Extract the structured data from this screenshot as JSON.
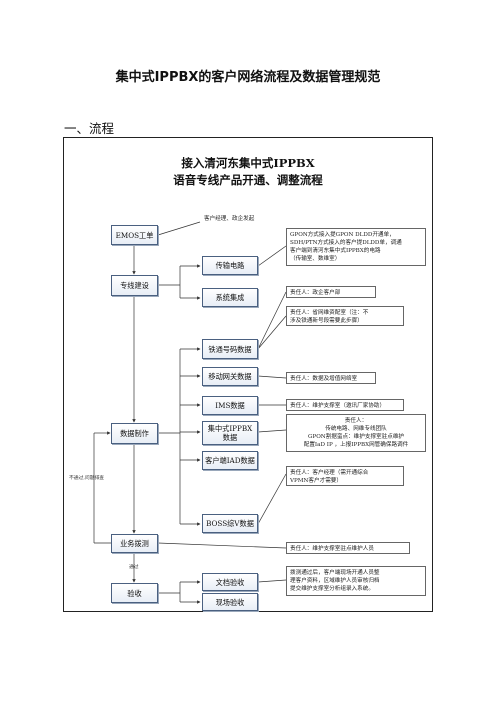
{
  "doc_title": "集中式IPPBX的客户网络流程及数据管理规范",
  "section_heading": "一、流程",
  "flow": {
    "title_line1": "接入清河东集中式IPPBX",
    "title_line2": "语音专线产品开通、调整流程",
    "boxes": {
      "emos": "EMOS工单",
      "line_build": "专线建设",
      "transmission": "传输电路",
      "integration": "系统集成",
      "data_making": "数据制作",
      "railcom": "铁通号码数据",
      "mobile_gw": "移动网关数据",
      "ims": "IMS数据",
      "central_ippbx": "集中式IPPBX\n数据",
      "cust_iad": "客户端IAD数据",
      "boss": "BOSS综V数据",
      "dial_test": "业务拨测",
      "acceptance": "验收",
      "doc_accept": "文档验收",
      "site_accept": "现场验收"
    },
    "notes": {
      "emos": "客户经理、政企发起",
      "transmission": "GPON方式接入提GPON DLDD开通单，\nSDH/PTN方式接入的客户提DLDD单，调通\n客户端到清河东集中式IPPBX的电路\n（传输室、数维室）",
      "gov": "责任人：政企客户部",
      "railcom": "责任人：省网维资配室（注：不\n涉及铁通新号段需要此步骤）",
      "mobile_gw": "责任人：数据及增值网络室",
      "ims": "责任人：维护支撑室（邀讯厂家协助）",
      "central_ippbx": "责任人：\n传统电路、网维专线团队\nGPON割据蛮点：维护支撑室驻点维护\n配置IaD IP ，上报IPPBX网管确保路调件",
      "boss": "责任人：客户经理（需开通综合\nVPMN客户才需要）",
      "dial_test": "责任人：维护支撑室驻点维护人员",
      "acceptance": "拨测通过后，客户端现场开通人员整\n理客户资料，区域维护人员审核归档\n提交维护支撑室分析组录入系统。"
    },
    "side_fail_label": "不通过,问题排查",
    "side_pass_label": "通过"
  }
}
